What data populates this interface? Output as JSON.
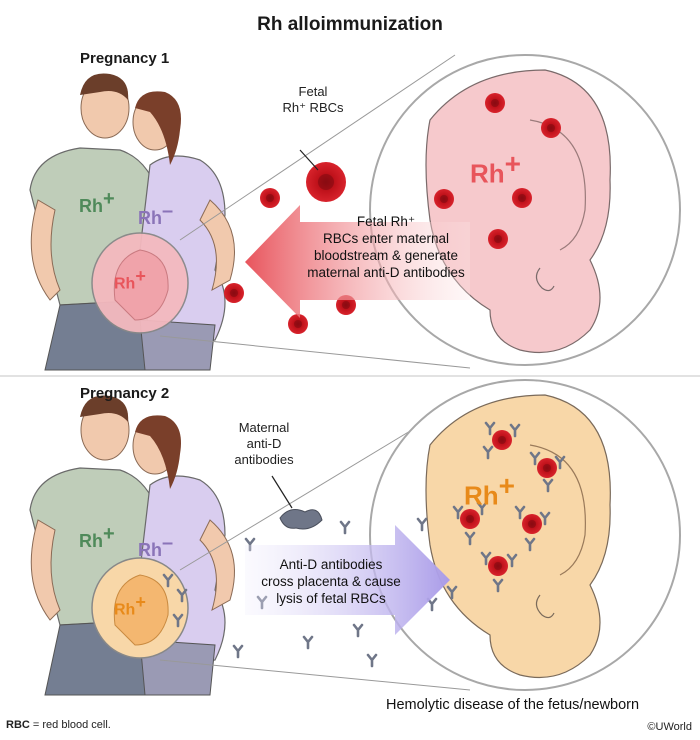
{
  "title": "Rh alloimmunization",
  "pregnancy1": {
    "heading": "Pregnancy 1",
    "father_label": "Rh",
    "father_sign": "+",
    "mother_label": "Rh",
    "mother_sign": "–",
    "fetus_label": "Rh",
    "fetus_sign": "+",
    "cells_label_line1": "Fetal",
    "cells_label_line2": "Rh⁺ RBCs",
    "arrow_line1": "Fetal Rh⁺",
    "arrow_line2": "RBCs enter maternal",
    "arrow_line3": "bloodstream & generate",
    "arrow_line4": "maternal anti-D antibodies",
    "zoom_label": "Rh",
    "zoom_sign": "+"
  },
  "pregnancy2": {
    "heading": "Pregnancy 2",
    "father_label": "Rh",
    "father_sign": "+",
    "mother_label": "Rh",
    "mother_sign": "–",
    "fetus_label": "Rh",
    "fetus_sign": "+",
    "antibody_label_line1": "Maternal",
    "antibody_label_line2": "anti-D",
    "antibody_label_line3": "antibodies",
    "arrow_line1": "Anti-D antibodies",
    "arrow_line2": "cross placenta & cause",
    "arrow_line3": "lysis of fetal RBCs",
    "zoom_label": "Rh",
    "zoom_sign": "+",
    "caption": "Hemolytic disease of the fetus/newborn"
  },
  "footnote_abbr": "RBC",
  "footnote_text": " = red blood cell.",
  "copyright": "©UWorld",
  "colors": {
    "rbc": "#c0121b",
    "fetus_p1": "#f6c9cc",
    "fetus_p2": "#f8d7a8",
    "father_label": "#4f8a5a",
    "mother_label": "#8a74b8",
    "fetus_label_p1": "#e8555b",
    "fetus_label_p2": "#e88a1a",
    "arrow_red": "#e8545c",
    "arrow_purple": "#a99be8"
  }
}
